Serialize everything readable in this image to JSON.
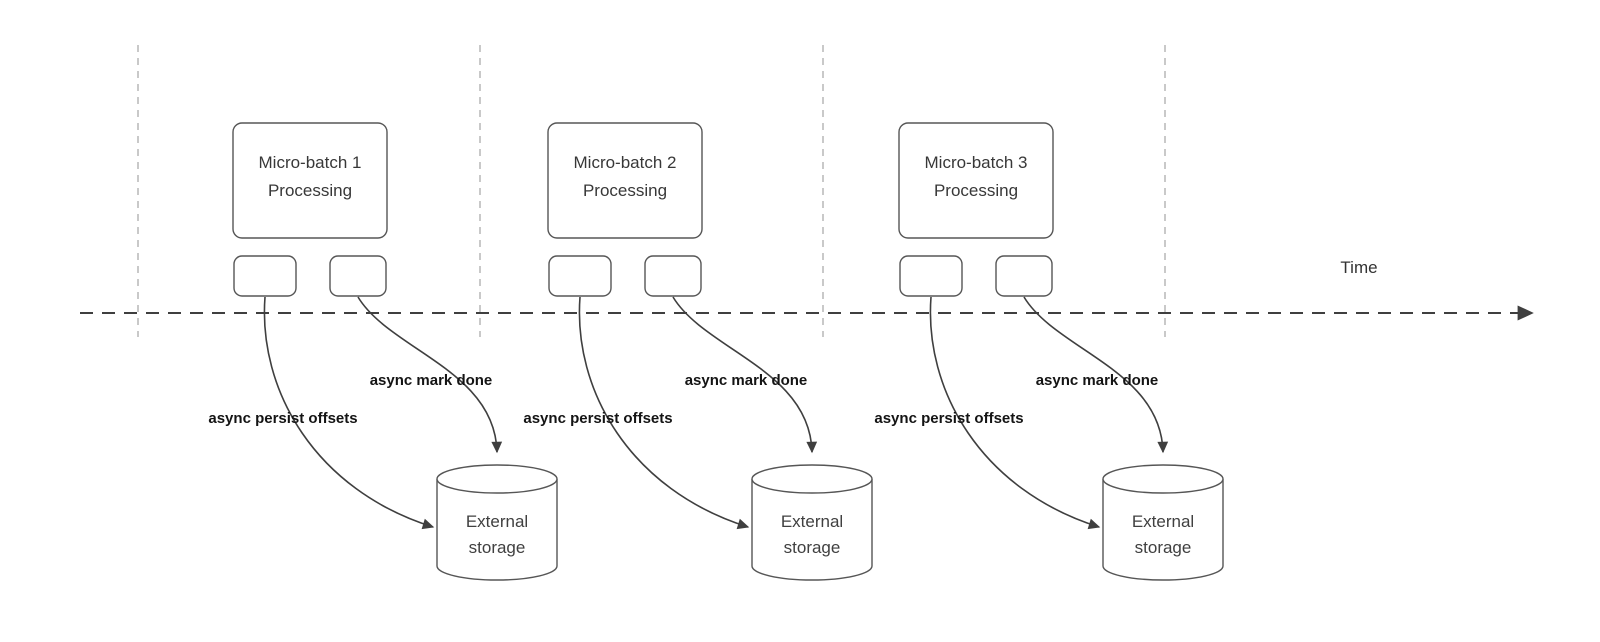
{
  "diagram": {
    "time_label": "Time",
    "colors": {
      "shape_outline": "#565656",
      "arrow_stroke": "#3f3f3f",
      "guide_line": "#b7b7b7",
      "bold_label_text": "#141414",
      "title_text": "#383838",
      "background": "#ffffff"
    }
  },
  "groups": [
    {
      "title_line1": "Micro-batch 1",
      "title_line2": "Processing",
      "persist_label": "async persist offsets",
      "done_label": "async mark done",
      "storage_line1": "External",
      "storage_line2": "storage"
    },
    {
      "title_line1": "Micro-batch 2",
      "title_line2": "Processing",
      "persist_label": "async persist offsets",
      "done_label": "async mark done",
      "storage_line1": "External",
      "storage_line2": "storage"
    },
    {
      "title_line1": "Micro-batch 3",
      "title_line2": "Processing",
      "persist_label": "async persist offsets",
      "done_label": "async mark done",
      "storage_line1": "External",
      "storage_line2": "storage"
    }
  ]
}
